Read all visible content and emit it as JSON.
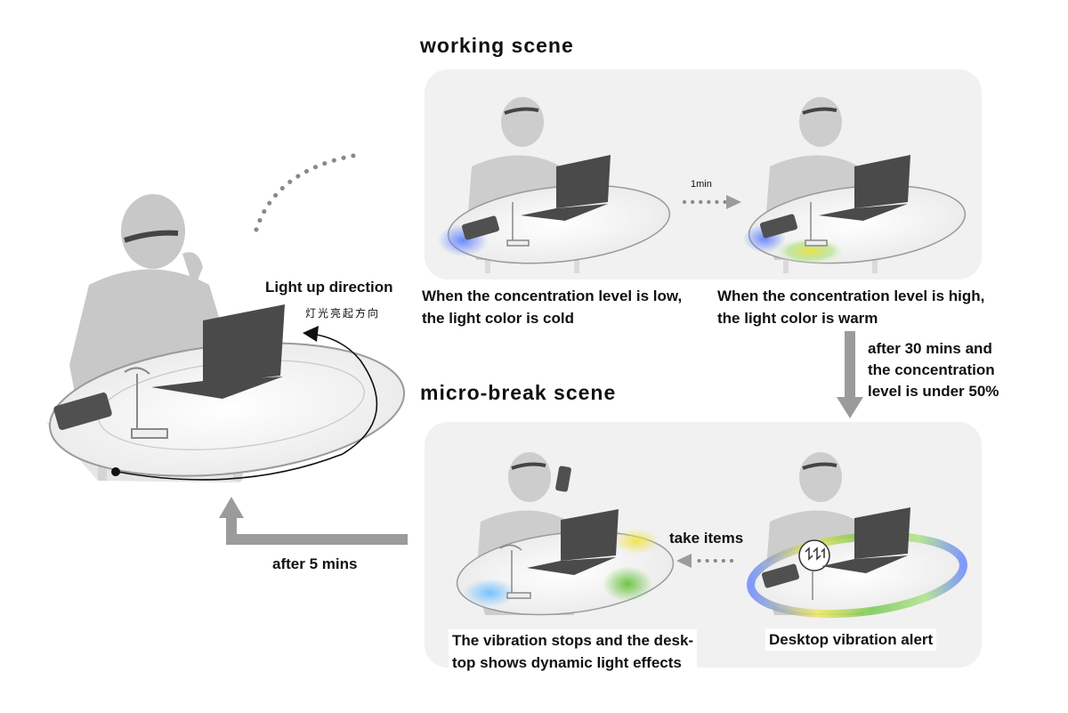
{
  "headings": {
    "working": "working  scene",
    "micro_break": "micro-break  scene"
  },
  "captions": {
    "low": [
      "When the concentration level is low,",
      "the light color is cold"
    ],
    "high": [
      "When the concentration level is high,",
      "the light color is warm"
    ],
    "stops": [
      "The vibration stops and the desk-",
      "top shows dynamic light effects"
    ],
    "alert": "Desktop vibration alert"
  },
  "labels": {
    "one_min": "1min",
    "after30": [
      "after 30 mins and",
      "the concentration",
      "level is under 50%"
    ],
    "take_items": "take items",
    "after5": "after 5 mins",
    "light_dir": "Light up direction",
    "light_dir_cn": "灯光亮起方向"
  },
  "colors": {
    "panel_bg": "#f1f1f1",
    "person": "#c8c8c8",
    "laptop": "#4a4a4a",
    "arrow": "#9b9b9b",
    "dots": "#888888"
  },
  "icons": [
    "person-silhouette-icon",
    "laptop-icon",
    "phone-icon",
    "lamp-icon",
    "vibration-icon"
  ]
}
